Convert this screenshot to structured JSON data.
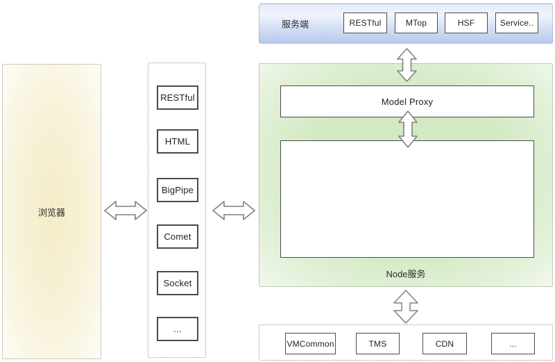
{
  "server_panel": {
    "label": "服务端",
    "items": [
      "RESTful",
      "MTop",
      "HSF",
      "Service.."
    ]
  },
  "browser_panel": {
    "label": "浏览器"
  },
  "transport_panel": {
    "items": [
      "RESTful",
      "HTML",
      "BigPipe",
      "Comet",
      "Socket",
      "..."
    ]
  },
  "node_panel": {
    "label": "Node服务",
    "proxy_label": "Model Proxy"
  },
  "backend_panel": {
    "items": [
      "VMCommon",
      "TMS",
      "CDN",
      "..."
    ]
  },
  "colors": {
    "server_blue": "#b7c8ec",
    "browser_yellow": "#f4edc9",
    "node_green": "#d2e9c3",
    "dashed_border": "#9a9a9a",
    "box_border": "#4a4a4a",
    "arrow_stroke": "#7f7f7f"
  }
}
